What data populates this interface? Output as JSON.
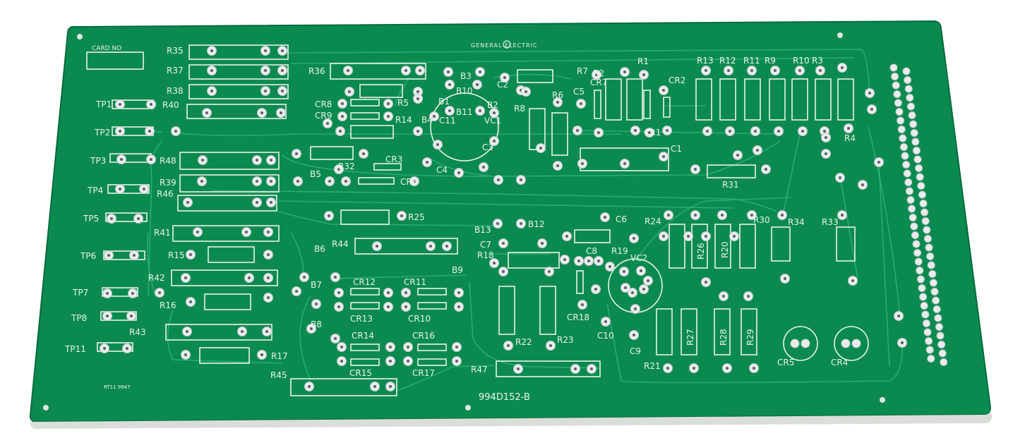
{
  "board": {
    "maker": "GENERAL ELECTRIC",
    "part_number": "994D152-B",
    "card_label": "CARD NO",
    "date_code": "RT11 9947",
    "colors": {
      "pcb": "#0b8a4f",
      "pcb_dark": "#0a7a45",
      "silk": "#e8f3ea",
      "pad": "#e9ecec"
    }
  },
  "labels": {
    "R35": "R35",
    "R37": "R37",
    "R38": "R38",
    "R40": "R40",
    "R36": "R36",
    "TP1": "TP1",
    "TP2": "TP2",
    "TP3": "TP3",
    "TP4": "TP4",
    "TP5": "TP5",
    "TP6": "TP6",
    "TP7": "TP7",
    "TP8": "TP8",
    "TP11": "TP11",
    "CR8": "CR8",
    "CR9": "CR9",
    "R5": "R5",
    "R14": "R14",
    "B4": "B4",
    "B3": "B3",
    "B10": "B10",
    "B1": "B1",
    "B11": "B11",
    "B2": "B2",
    "C11": "C11",
    "VC1": "VC1",
    "C3": "C3",
    "C4": "C4",
    "C2": "C2",
    "R48": "R48",
    "R39": "R39",
    "R46": "R46",
    "R32": "R32",
    "CR3": "CR3",
    "CR6": "CR6",
    "B5": "B5",
    "R25": "R25",
    "R41": "R41",
    "R15": "R15",
    "R42": "R42",
    "R16": "R16",
    "R43": "R43",
    "R17": "R17",
    "R45": "R45",
    "B6": "B6",
    "R44": "R44",
    "B7": "B7",
    "B8": "B8",
    "B9": "B9",
    "CR12": "CR12",
    "CR11": "CR11",
    "CR13": "CR13",
    "CR10": "CR10",
    "CR14": "CR14",
    "CR16": "CR16",
    "CR15": "CR15",
    "CR17": "CR17",
    "B13": "B13",
    "B12": "B12",
    "C7": "C7",
    "R18": "R18",
    "R22": "R22",
    "R23": "R23",
    "R47": "R47",
    "C6": "C6",
    "C8": "C8",
    "R19": "R19",
    "VC2": "VC2",
    "CR18": "CR18",
    "C10": "C10",
    "C9": "C9",
    "R24": "R24",
    "R26": "R26",
    "R20": "R20",
    "R30": "R30",
    "R34": "R34",
    "R33": "R33",
    "R21": "R21",
    "R27": "R27",
    "R28": "R28",
    "R29": "R29",
    "CR5": "CR5",
    "CR4": "CR4",
    "R7": "R7",
    "R2": "R2",
    "R1": "R1",
    "CR7": "CR7",
    "C5": "C5",
    "R6": "R6",
    "R8": "R8",
    "CR2": "CR2",
    "CR1": "CR1",
    "C1": "C1",
    "R31": "R31",
    "R13": "R13",
    "R12": "R12",
    "R11": "R11",
    "R9": "R9",
    "R10": "R10",
    "R3": "R3",
    "R4": "R4"
  }
}
